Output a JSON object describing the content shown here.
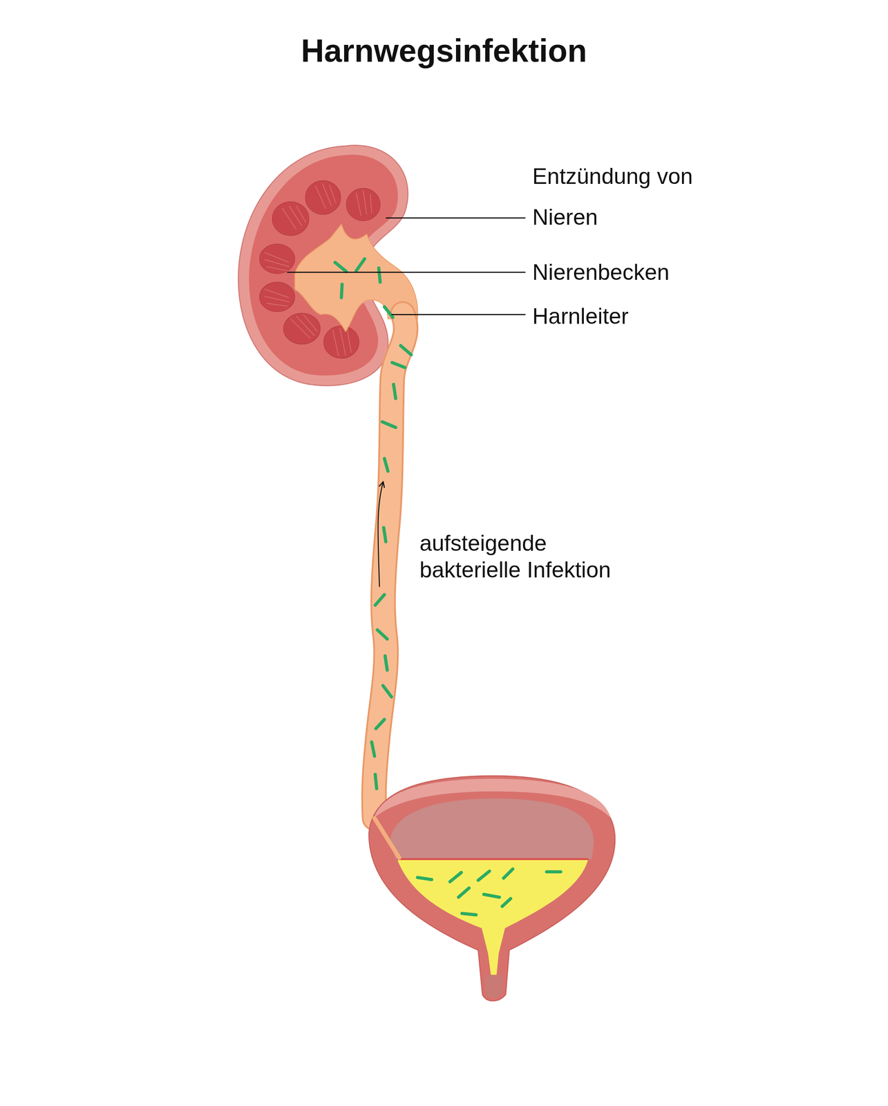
{
  "diagram": {
    "title": "Harnwegsinfektion",
    "labels": [
      "Entzündung von",
      "Nieren",
      "Nierenbecken",
      "Harnleiter",
      "aufsteigende bakterielle Infektion"
    ]
  }
}
